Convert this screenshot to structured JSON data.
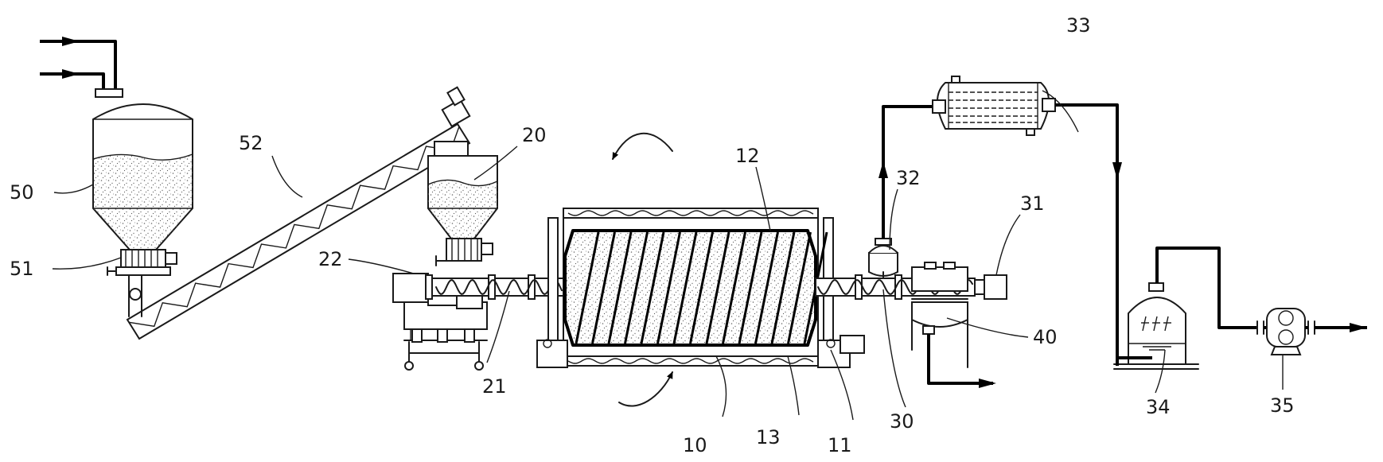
{
  "labels": {
    "l10": "10",
    "l11": "11",
    "l12": "12",
    "l13": "13",
    "l20": "20",
    "l21": "21",
    "l22": "22",
    "l30": "30",
    "l31": "31",
    "l32": "32",
    "l33": "33",
    "l34": "34",
    "l35": "35",
    "l40": "40",
    "l50": "50",
    "l51": "51",
    "l52": "52"
  },
  "colors": {
    "line": "#1a1a1a",
    "background": "#ffffff",
    "speckle": "#6a6a6a"
  }
}
